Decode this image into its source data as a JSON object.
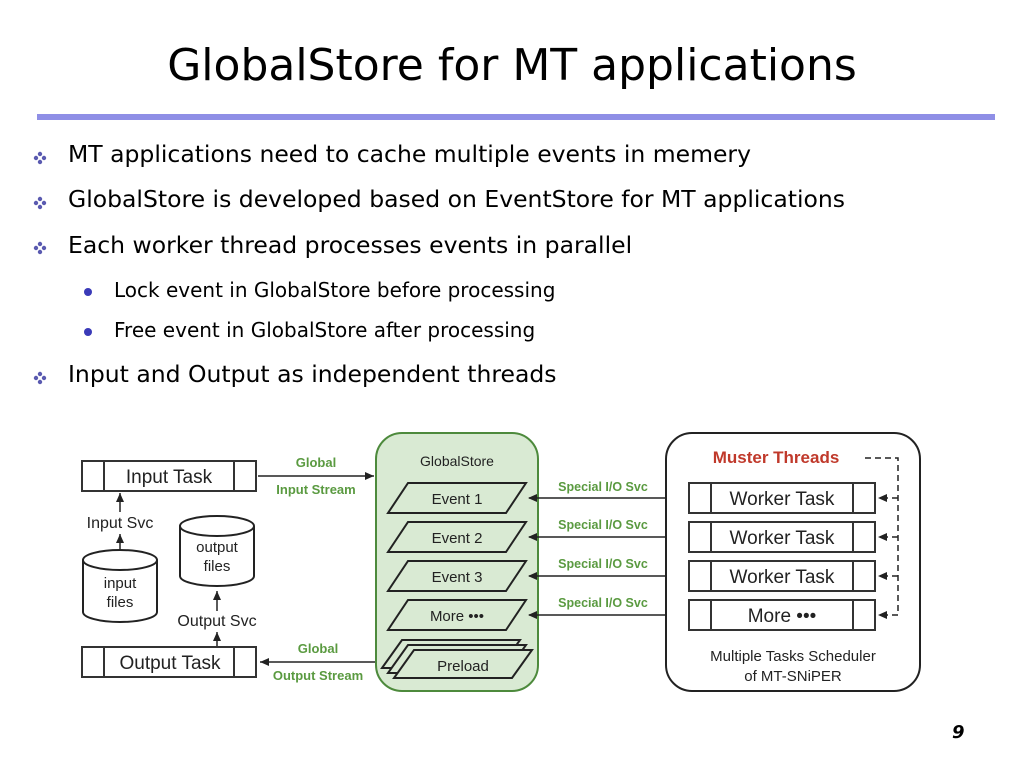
{
  "title": "GlobalStore for MT applications",
  "bullets": [
    {
      "text": "MT applications need to cache multiple events in memery"
    },
    {
      "text": "GlobalStore is developed based on EventStore for MT applications"
    },
    {
      "text": "Each worker thread processes events in parallel",
      "sub": [
        "Lock event in GlobalStore before processing",
        "Free event in GlobalStore after processing"
      ]
    },
    {
      "text": "Input and Output as independent threads"
    }
  ],
  "diagram": {
    "input_task": "Input Task",
    "output_task": "Output Task",
    "input_svc": "Input Svc",
    "output_svc": "Output Svc",
    "input_files": [
      "input",
      "files"
    ],
    "output_files": [
      "output",
      "files"
    ],
    "global_input_stream": [
      "Global",
      "Input Stream"
    ],
    "global_output_stream": [
      "Global",
      "Output Stream"
    ],
    "globalstore_label": "GlobalStore",
    "events": [
      "Event 1",
      "Event 2",
      "Event 3",
      "More •••"
    ],
    "preload": "Preload",
    "special_io": [
      "Special I/O Svc",
      "Special I/O Svc",
      "Special I/O Svc",
      "Special I/O Svc"
    ],
    "muster_threads": "Muster Threads",
    "workers": [
      "Worker Task",
      "Worker Task",
      "Worker Task",
      "More •••"
    ],
    "scheduler": [
      "Multiple Tasks Scheduler",
      "of MT-SNiPER"
    ]
  },
  "page_number": "9",
  "colors": {
    "rule": "#8f8fe6",
    "globalstore_fill": "#d9ead3",
    "globalstore_stroke": "#4d8a3c",
    "muster_red": "#c0392b",
    "stream_green": "#5a9a40",
    "sub_bullet": "#3a3ab8"
  }
}
